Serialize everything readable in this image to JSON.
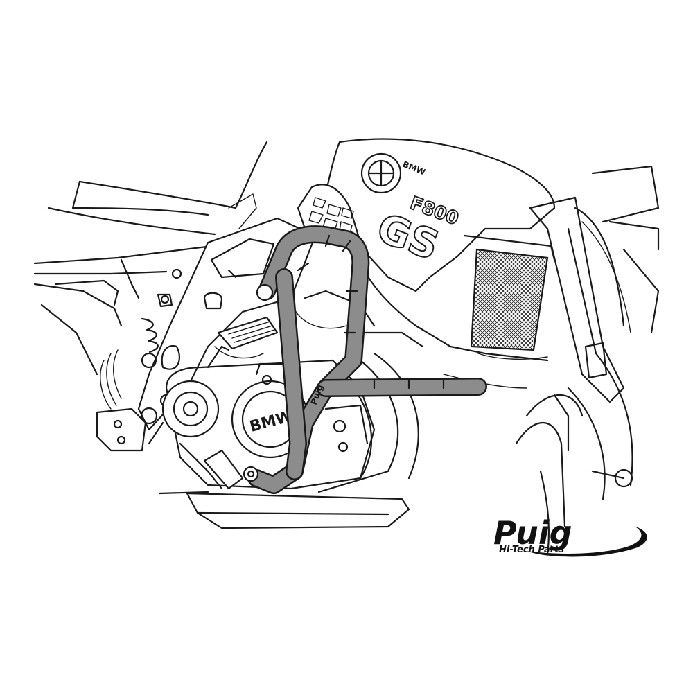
{
  "illustration": {
    "tank_badge_letters": "BMW",
    "tank_model_top": "F800",
    "tank_model_bottom": "GS",
    "engine_cover_text": "BMW",
    "bar_sticker_text": "Puig"
  },
  "logo": {
    "wordmark": "Puig",
    "tagline": "Hi-Tech Parts"
  },
  "colors": {
    "bar_fill": "#8c8c8c",
    "line": "#1a1a1a",
    "background": "#ffffff"
  }
}
